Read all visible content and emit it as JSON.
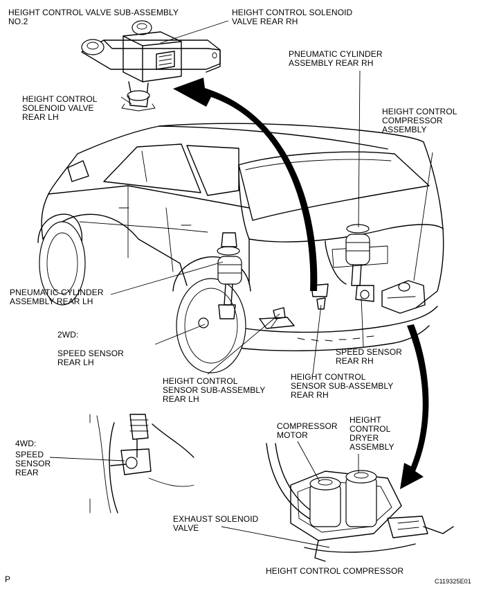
{
  "labels": {
    "valve_sub_assembly": "HEIGHT CONTROL VALVE SUB-ASSEMBLY\nNO.2",
    "solenoid_rear_rh": "HEIGHT CONTROL SOLENOID\nVALVE REAR RH",
    "solenoid_rear_lh": "HEIGHT CONTROL\nSOLENOID VALVE\nREAR LH",
    "pneumatic_rear_rh": "PNEUMATIC CYLINDER\nASSEMBLY REAR RH",
    "compressor_assembly": "HEIGHT CONTROL\nCOMPRESSOR\nASSEMBLY",
    "pneumatic_rear_lh": "PNEUMATIC CYLINDER\nASSEMBLY REAR LH",
    "two_wd": "2WD:",
    "speed_sensor_rear_lh": "SPEED SENSOR\nREAR LH",
    "speed_sensor_rear_rh": "SPEED SENSOR\nREAR RH",
    "sensor_sub_rear_lh": "HEIGHT CONTROL\nSENSOR SUB-ASSEMBLY\nREAR LH",
    "sensor_sub_rear_rh": "HEIGHT CONTROL\nSENSOR SUB-ASSEMBLY\nREAR RH",
    "four_wd": "4WD:",
    "speed_sensor_rear": "SPEED\nSENSOR\nREAR",
    "compressor_motor": "COMPRESSOR\nMOTOR",
    "dryer_assembly": "HEIGHT\nCONTROL\nDRYER\nASSEMBLY",
    "exhaust_solenoid": "EXHAUST SOLENOID\nVALVE",
    "height_control_compressor": "HEIGHT CONTROL COMPRESSOR",
    "corner_p": "P",
    "figure_code": "C119325E01"
  }
}
